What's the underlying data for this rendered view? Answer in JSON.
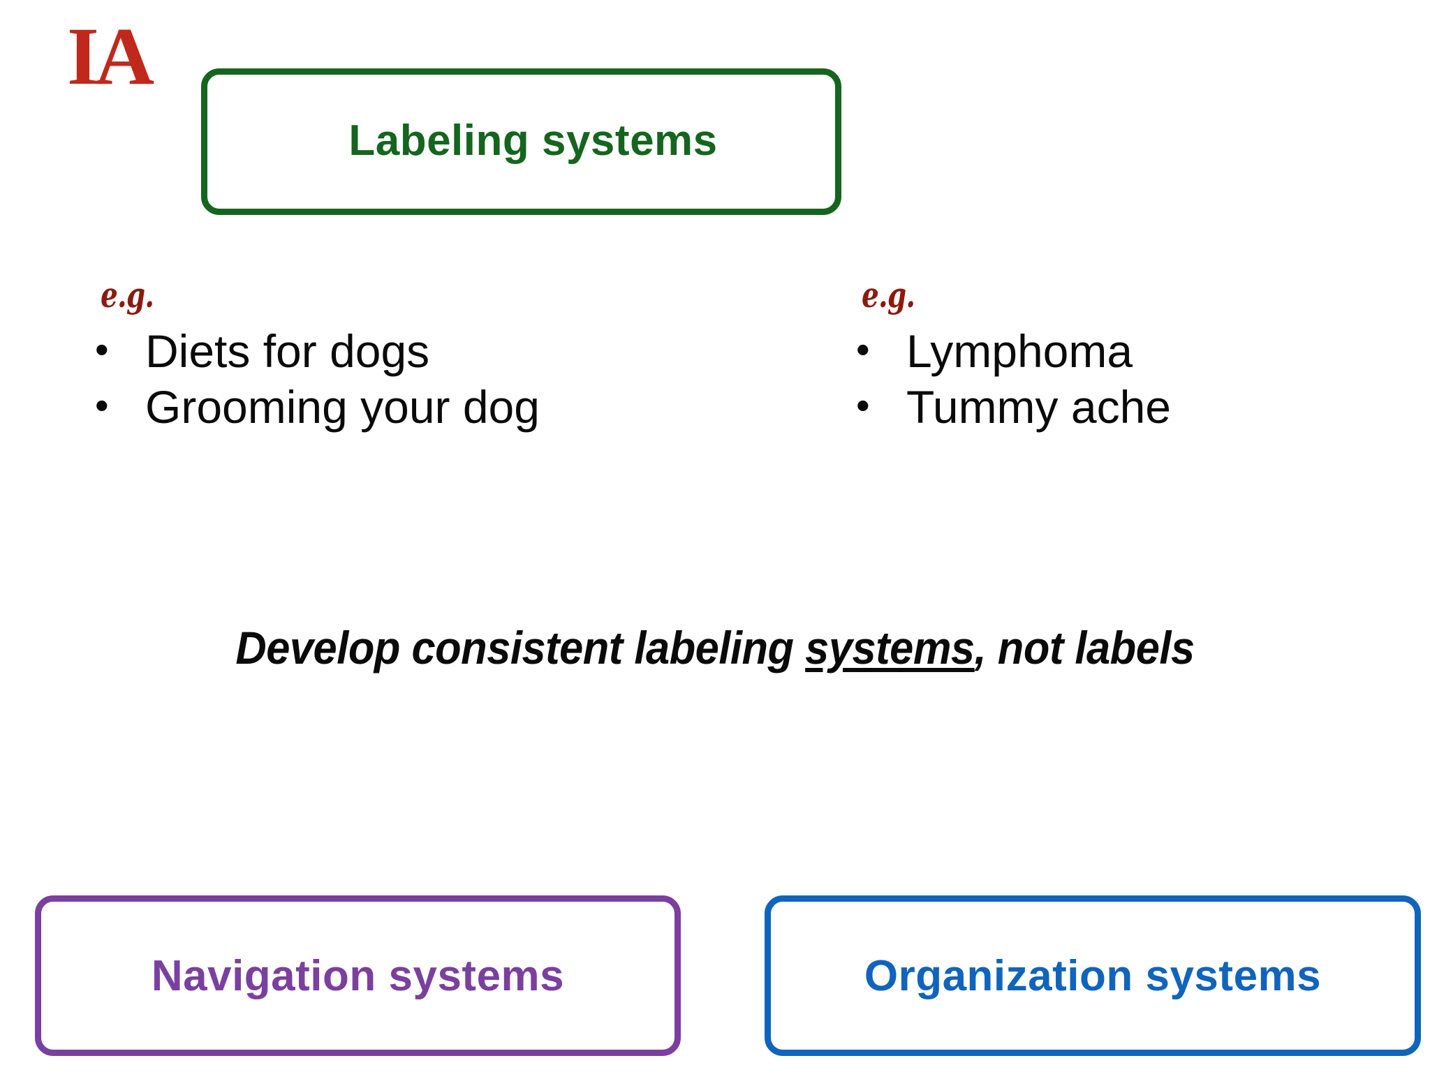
{
  "slide": {
    "background_color": "#ffffff",
    "logo": {
      "text": "IA",
      "color": "#C1281C"
    },
    "title_box": {
      "label": "Labeling systems",
      "color": "#15651F"
    },
    "examples": [
      {
        "tag": "e.g.",
        "tag_color": "#8C1A0F",
        "bullet_glyph": "•",
        "items": [
          "Diets for dogs",
          "Grooming your dog"
        ]
      },
      {
        "tag": "e.g.",
        "tag_color": "#8C1A0F",
        "bullet_glyph": "•",
        "items": [
          "Lymphoma",
          "Tummy ache"
        ]
      }
    ],
    "emphasis": {
      "before": "Develop consistent labeling ",
      "underlined": "systems",
      "after": ", not labels"
    },
    "bottom_boxes": [
      {
        "label": "Navigation systems",
        "color": "#7B3FA0"
      },
      {
        "label": "Organization systems",
        "color": "#1064BE"
      }
    ]
  }
}
